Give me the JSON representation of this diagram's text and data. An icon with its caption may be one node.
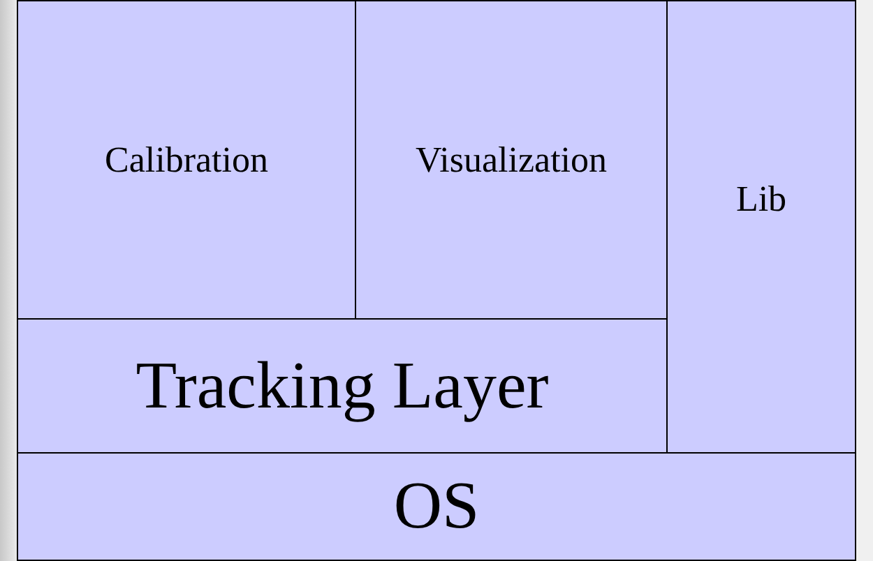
{
  "diagram": {
    "nodes": [
      {
        "text": [
          "Calibration"
        ]
      },
      {
        "text": [
          "Visualization"
        ]
      },
      {
        "text": [
          "Lib"
        ]
      },
      {
        "text": [
          "Tracking Layer"
        ]
      },
      {
        "text": [
          "OS"
        ]
      }
    ]
  }
}
